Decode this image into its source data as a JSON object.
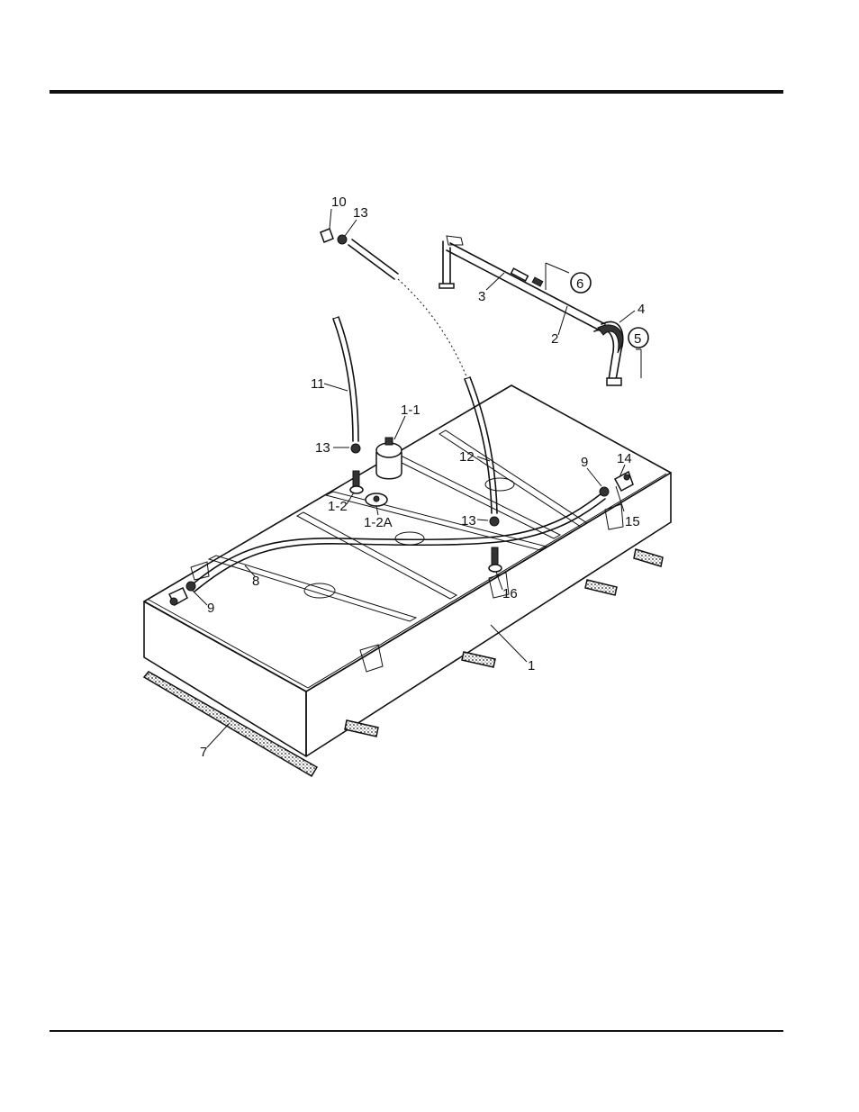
{
  "callouts": {
    "c1": "1",
    "c1_1": "1-1",
    "c1_2": "1-2",
    "c1_2a": "1-2A",
    "c2": "2",
    "c3": "3",
    "c4": "4",
    "c5": "5",
    "c6": "6",
    "c7": "7",
    "c8": "8",
    "c9a": "9",
    "c9b": "9",
    "c10": "10",
    "c11": "11",
    "c12": "12",
    "c13a": "13",
    "c13b": "13",
    "c13c": "13",
    "c14": "14",
    "c15": "15",
    "c16": "16"
  }
}
